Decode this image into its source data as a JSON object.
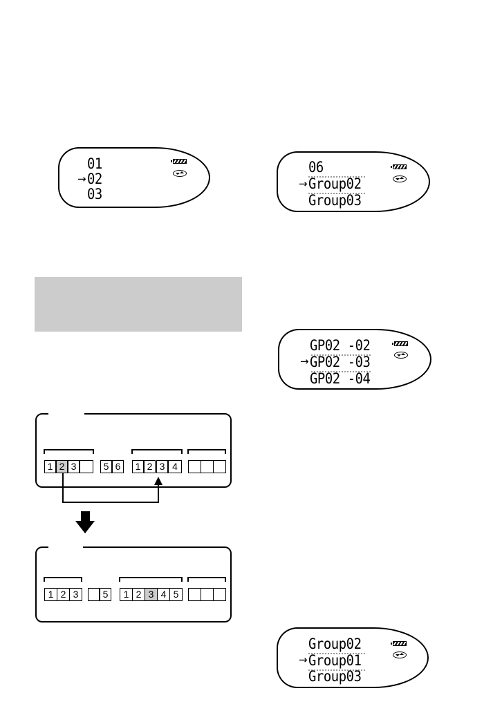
{
  "displays": [
    {
      "id": "display-tracks",
      "lines": [
        "01",
        "02",
        "03"
      ],
      "selected_index": 1,
      "icons": [
        "battery-icon",
        "disc-icon"
      ]
    },
    {
      "id": "display-groups-a",
      "lines": [
        "06",
        "Group02",
        "Group03"
      ],
      "selected_index": 1,
      "icons": [
        "battery-icon",
        "disc-icon"
      ]
    },
    {
      "id": "display-group-tracks",
      "lines": [
        "GP02 -02",
        "GP02 -03",
        "GP02 -04"
      ],
      "selected_index": 1,
      "icons": [
        "battery-icon",
        "disc-icon"
      ]
    },
    {
      "id": "display-groups-b",
      "lines": [
        "Group02",
        "Group01",
        "Group03"
      ],
      "selected_index": 1,
      "icons": [
        "battery-icon",
        "disc-icon"
      ]
    }
  ],
  "pointer_glyph": "→",
  "highlight_color": "#cccccc",
  "diagram_before": {
    "segments": [
      {
        "cells": [
          "1",
          "2",
          "3",
          ""
        ],
        "bracketed": true,
        "highlight": 1
      },
      {
        "cells": [
          "5",
          "6"
        ],
        "bracketed": false,
        "highlight": -1
      },
      {
        "cells": [
          "1",
          "2",
          "3",
          "4"
        ],
        "bracketed": true,
        "highlight": -1
      },
      {
        "cells": [
          "",
          "",
          ""
        ],
        "bracketed": true,
        "highlight": -1
      }
    ],
    "move_from": "group1-track2",
    "move_to": "group2-between-track2-track3"
  },
  "diagram_after": {
    "segments": [
      {
        "cells": [
          "1",
          "2",
          "3"
        ],
        "bracketed": true,
        "highlight": -1
      },
      {
        "cells": [
          "",
          "5"
        ],
        "bracketed": false,
        "highlight": -1
      },
      {
        "cells": [
          "1",
          "2",
          "3",
          "4",
          "5"
        ],
        "bracketed": true,
        "highlight": 2
      },
      {
        "cells": [
          "",
          "",
          ""
        ],
        "bracketed": true,
        "highlight": -1
      }
    ]
  }
}
